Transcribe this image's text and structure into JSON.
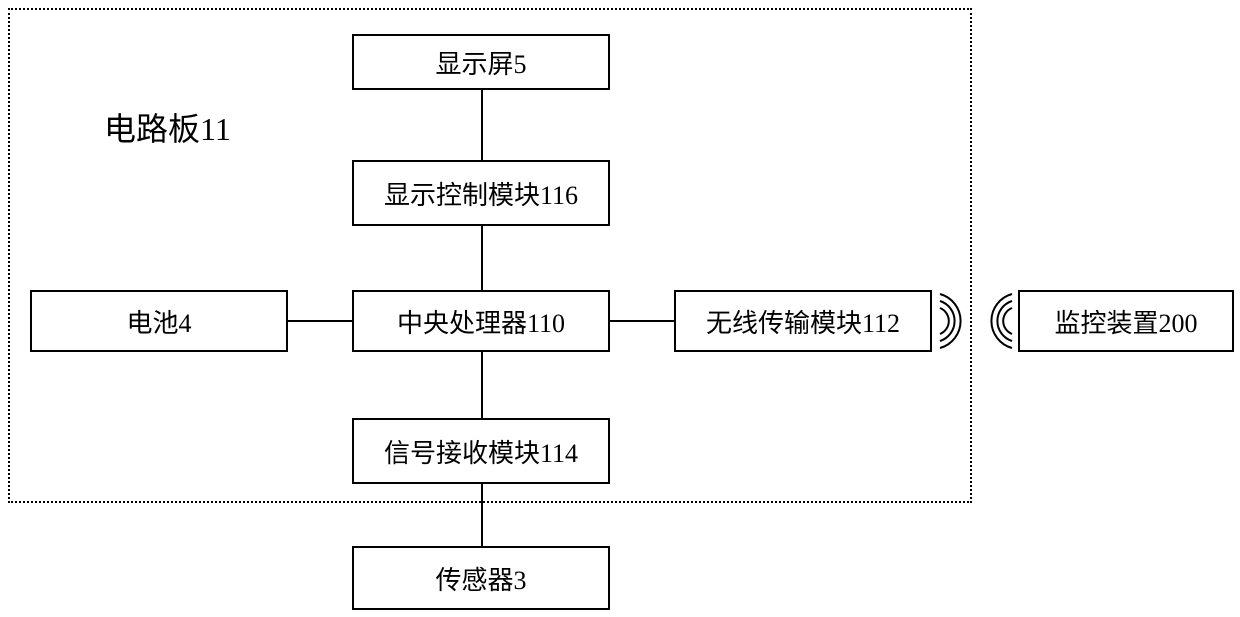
{
  "board_label": "电路板11",
  "blocks": {
    "display": "显示屏5",
    "display_ctrl": "显示控制模块116",
    "cpu": "中央处理器110",
    "battery": "电池4",
    "wireless": "无线传输模块112",
    "monitor": "监控装置200",
    "signal_rx": "信号接收模块114",
    "sensor": "传感器3"
  }
}
